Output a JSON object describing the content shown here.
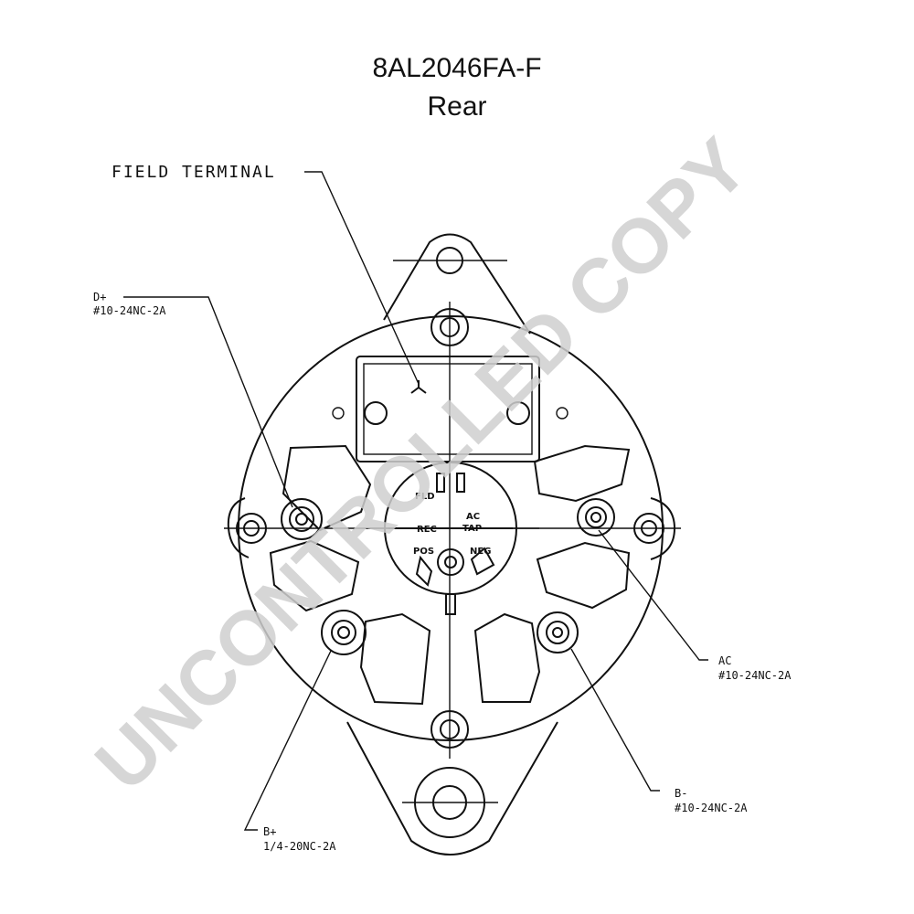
{
  "title": {
    "model": "8AL2046FA-F",
    "view": "Rear"
  },
  "labels": {
    "field_terminal": "FIELD TERMINAL",
    "d_plus": {
      "name": "D+",
      "spec": "#10-24NC-2A"
    },
    "ac": {
      "name": "AC",
      "spec": "#10-24NC-2A"
    },
    "b_minus": {
      "name": "B-",
      "spec": "#10-24NC-2A"
    },
    "b_plus": {
      "name": "B+",
      "spec": "1/4-20NC-2A"
    }
  },
  "center_plate": {
    "fld": "FLD",
    "rec": "REC",
    "ac": "AC",
    "tap": "TAP",
    "pos": "POS",
    "neg": "NEG"
  },
  "watermark": "UNCONTROLLED COPY"
}
